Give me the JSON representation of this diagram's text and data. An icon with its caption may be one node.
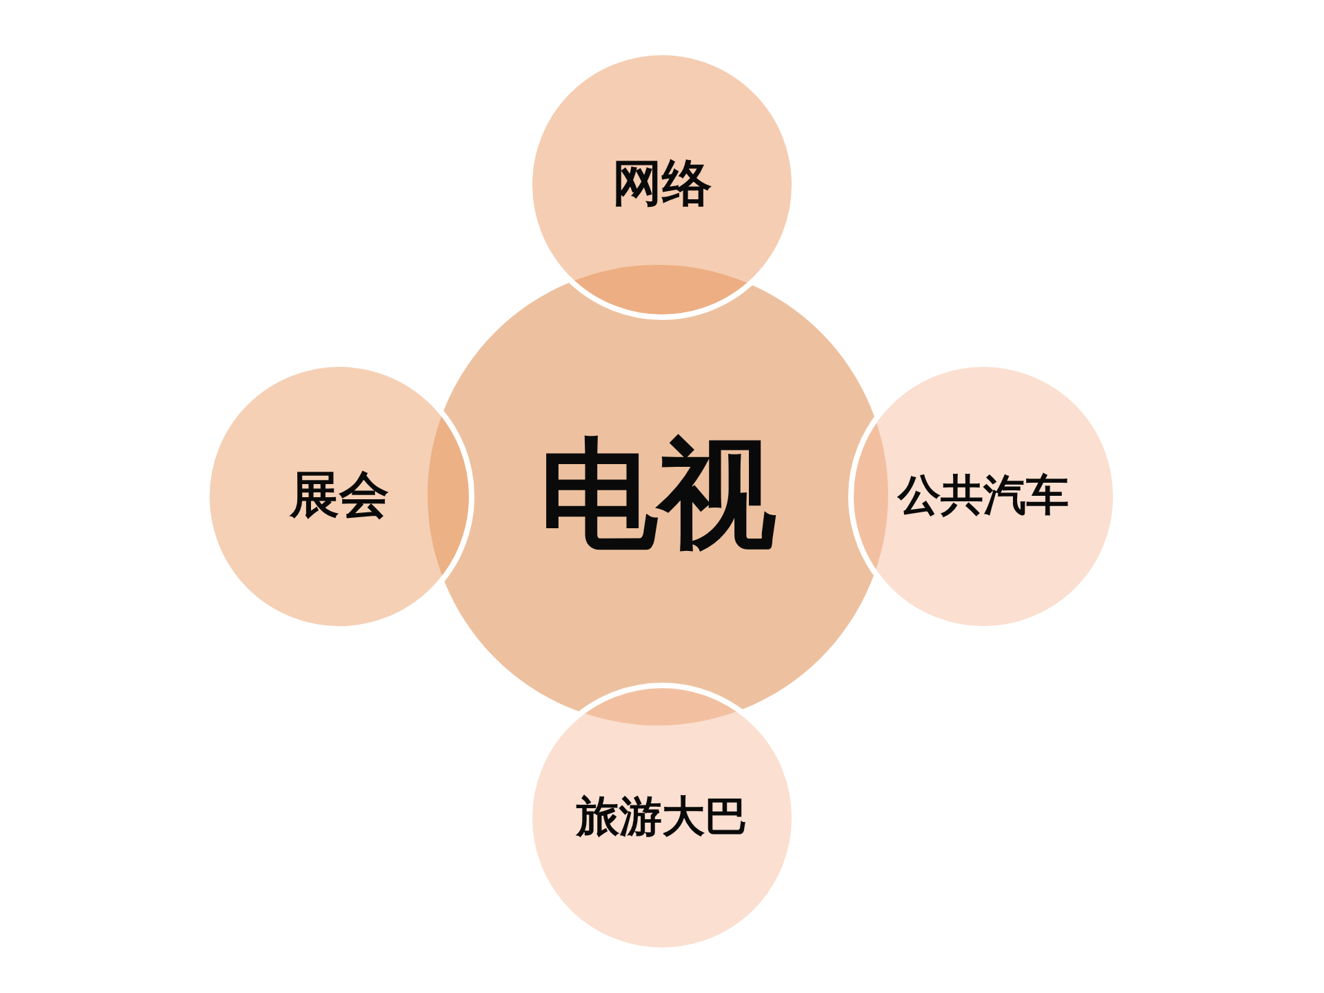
{
  "diagram": {
    "nodes": [
      {
        "text": [
          "网络"
        ]
      },
      {
        "text": [
          "展会"
        ]
      },
      {
        "text": [
          "电视"
        ]
      },
      {
        "text": [
          "公共汽车"
        ]
      },
      {
        "text": [
          "旅游大巴"
        ]
      }
    ]
  }
}
